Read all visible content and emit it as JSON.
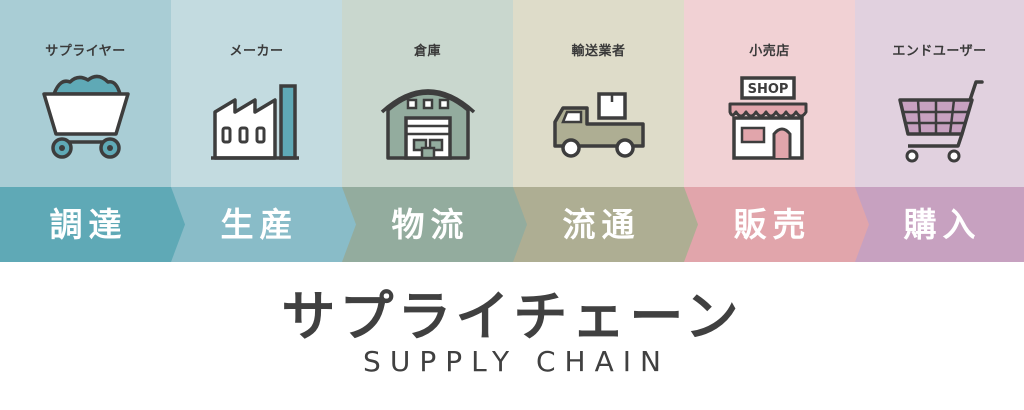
{
  "stages": [
    {
      "actor": "サプライヤー",
      "verb": "調達",
      "icon": "mine-cart-icon",
      "top_color": "#a9cdd5",
      "band_color": "#5fa9b6"
    },
    {
      "actor": "メーカー",
      "verb": "生産",
      "icon": "factory-icon",
      "top_color": "#c3dbe0",
      "band_color": "#89bcc8"
    },
    {
      "actor": "倉庫",
      "verb": "物流",
      "icon": "warehouse-icon",
      "top_color": "#c9d7ce",
      "band_color": "#93ac9e"
    },
    {
      "actor": "輸送業者",
      "verb": "流通",
      "icon": "truck-icon",
      "top_color": "#dedcc9",
      "band_color": "#aeae93"
    },
    {
      "actor": "小売店",
      "verb": "販売",
      "icon": "shop-icon",
      "top_color": "#f1d1d4",
      "band_color": "#e1a5ab"
    },
    {
      "actor": "エンドユーザー",
      "verb": "購入",
      "icon": "shopping-cart-icon",
      "top_color": "#e1d1df",
      "band_color": "#c7a1c0"
    }
  ],
  "shop_sign": "SHOP",
  "title": "サプライチェーン",
  "subtitle": "SUPPLY CHAIN",
  "colors": {
    "stroke": "#3d3d3d",
    "text": "#404040",
    "background": "#ffffff"
  }
}
